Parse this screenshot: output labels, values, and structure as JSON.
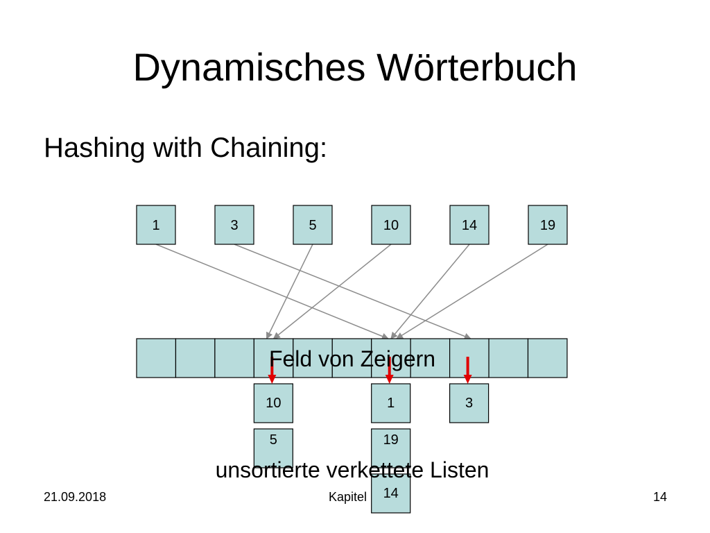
{
  "slide": {
    "title": "Dynamisches Wörterbuch",
    "subtitle": "Hashing with Chaining:"
  },
  "diagram": {
    "keys": [
      "1",
      "3",
      "5",
      "10",
      "14",
      "19"
    ],
    "table_slots": 11,
    "table_label": "Feld von Zeigern",
    "lists_label": "unsortierte verkettete Listen",
    "chains": [
      {
        "slot": 3,
        "items": [
          "10",
          "5"
        ]
      },
      {
        "slot": 6,
        "items": [
          "1",
          "19",
          "14"
        ]
      },
      {
        "slot": 8,
        "items": [
          "3"
        ]
      }
    ],
    "hash_map": [
      {
        "key": "1",
        "slot": 6
      },
      {
        "key": "3",
        "slot": 8
      },
      {
        "key": "5",
        "slot": 3
      },
      {
        "key": "10",
        "slot": 3
      },
      {
        "key": "14",
        "slot": 6
      },
      {
        "key": "19",
        "slot": 6
      }
    ],
    "colors": {
      "box_fill": "#b8dcdc",
      "hash_arrow": "#8c8c8c",
      "pointer_arrow": "#e00000"
    }
  },
  "footer": {
    "date": "21.09.2018",
    "chapter": "Kapitel",
    "page": "14"
  }
}
